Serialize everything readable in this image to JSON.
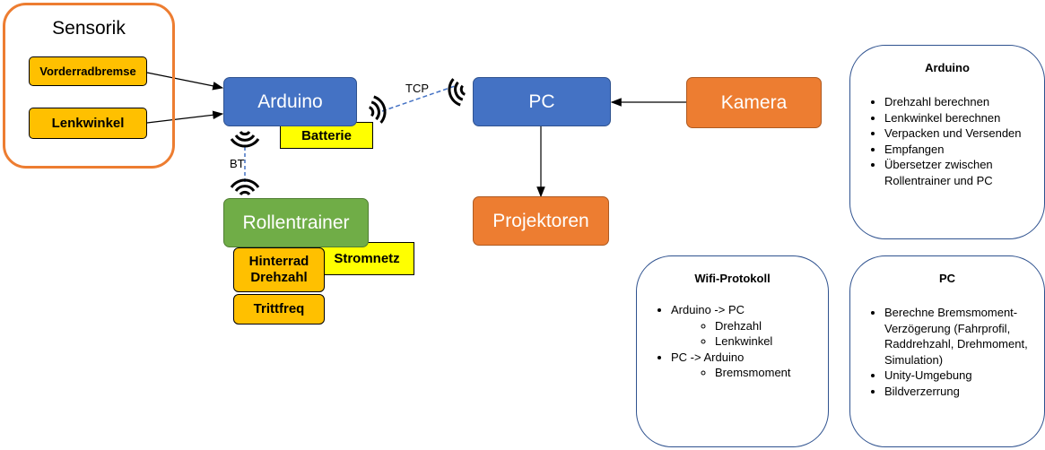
{
  "sensorik": {
    "title": "Sensorik",
    "items": [
      "Vorderradbremse",
      "Lenkwinkel"
    ]
  },
  "nodes": {
    "arduino": "Arduino",
    "pc": "PC",
    "kamera": "Kamera",
    "projektoren": "Projektoren",
    "rollentrainer": "Rollentrainer"
  },
  "tags": {
    "batterie": "Batterie",
    "stromnetz": "Stromnetz",
    "hinterrad_drehzahl": "Hinterrad Drehzahl",
    "trittfreq": "Trittfreq"
  },
  "links": {
    "tcp": "TCP",
    "bt": "BT"
  },
  "panels": {
    "arduino": {
      "title": "Arduino",
      "items": [
        "Drehzahl berechnen",
        "Lenkwinkel berechnen",
        "Verpacken und Versenden",
        "Empfangen",
        "Übersetzer zwischen Rollentrainer und PC"
      ]
    },
    "wifi": {
      "title": "Wifi-Protokoll",
      "items": [
        {
          "label": "Arduino -> PC",
          "sub": [
            "Drehzahl",
            "Lenkwinkel"
          ]
        },
        {
          "label": "PC -> Arduino",
          "sub": [
            "Bremsmoment"
          ]
        }
      ]
    },
    "pc": {
      "title": "PC",
      "items": [
        "Berechne Bremsmoment-Verzögerung (Fahrprofil, Raddrehzahl, Drehmoment, Simulation)",
        "Unity-Umgebung",
        "Bildverzerrung"
      ]
    }
  },
  "colors": {
    "blue": "#4472c4",
    "orange": "#ed7d31",
    "green": "#70ad47",
    "gold": "#ffc000",
    "yellow": "#ffff00",
    "sensorik_border": "#ed7d31",
    "panel_border": "#2f528f"
  }
}
